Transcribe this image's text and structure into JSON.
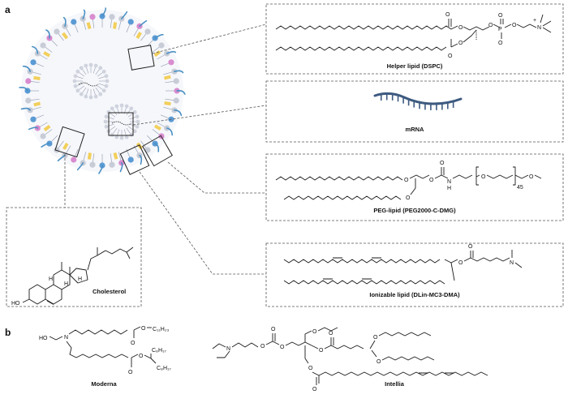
{
  "panels": {
    "a": "a",
    "b": "b"
  },
  "lipids": {
    "dspc": "Helper lipid (DSPC)",
    "mrna": "mRNA",
    "peg": "PEG-lipid (PEG2000-C-DMG)",
    "ionizable": "Ionizable lipid (DLin-MC3-DMA)",
    "cholesterol": "Cholesterol"
  },
  "atoms": {
    "o": "O",
    "p": "P",
    "n": "N",
    "h": "H",
    "ho": "HO",
    "plus": "+",
    "peg_n": "45",
    "c11h23": "C₁₁H₂₃",
    "c8h17": "C₈H₁₇"
  },
  "formulations": {
    "moderna": "Moderna",
    "intellia": "Intellia"
  },
  "colors": {
    "tail_blue": "#4a90c4",
    "head_blue": "#5b9bd5",
    "head_grey": "#c8ccd6",
    "head_pink": "#d98ccf",
    "chol_yellow": "#f2cf5b",
    "mrna": "#3d5a80"
  }
}
